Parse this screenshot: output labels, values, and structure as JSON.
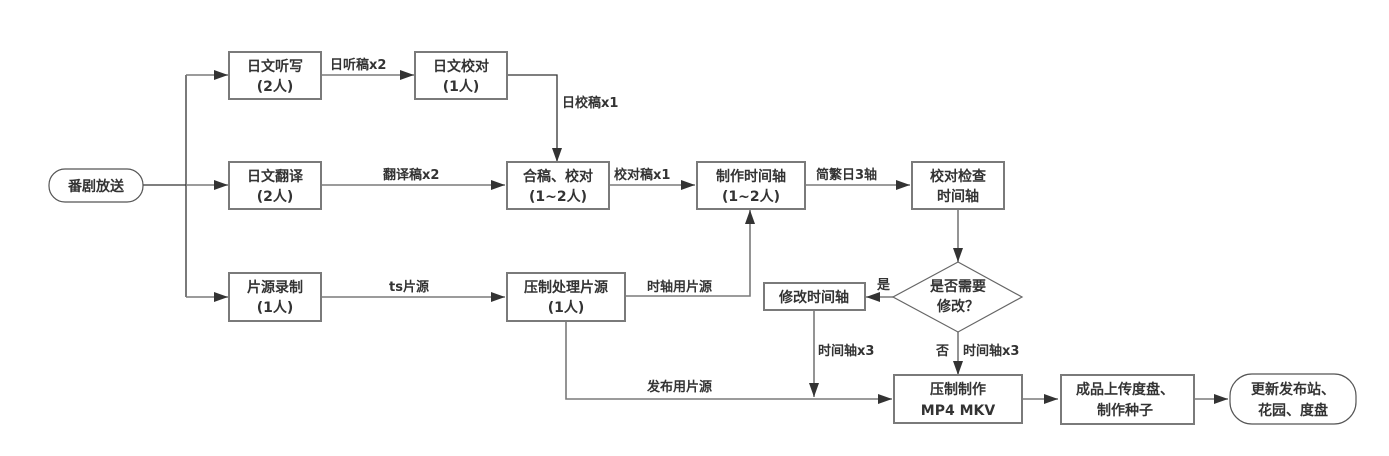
{
  "diagram": {
    "type": "flowchart",
    "nodes": {
      "broadcast": {
        "lines": [
          "番剧放送"
        ]
      },
      "jp_dictation": {
        "lines": [
          "日文听写",
          "(2人)"
        ]
      },
      "jp_proofread": {
        "lines": [
          "日文校对",
          "(1人)"
        ]
      },
      "jp_translate": {
        "lines": [
          "日文翻译",
          "(2人)"
        ]
      },
      "merge_proof": {
        "lines": [
          "合稿、校对",
          "(1~2人)"
        ]
      },
      "make_timeline": {
        "lines": [
          "制作时间轴",
          "(1~2人)"
        ]
      },
      "check_timeline": {
        "lines": [
          "校对检查",
          "时间轴"
        ]
      },
      "source_record": {
        "lines": [
          "片源录制",
          "(1人)"
        ]
      },
      "process_source": {
        "lines": [
          "压制处理片源",
          "(1人)"
        ]
      },
      "need_modify": {
        "lines": [
          "是否需要",
          "修改？"
        ]
      },
      "modify_timeline": {
        "lines": [
          "修改时间轴"
        ]
      },
      "encode": {
        "lines": [
          "压制制作",
          "MP4 MKV"
        ]
      },
      "upload": {
        "lines": [
          "成品上传度盘、",
          "制作种子"
        ]
      },
      "publish": {
        "lines": [
          "更新发布站、",
          "花园、度盘"
        ]
      }
    },
    "edges": {
      "dictation_to_proofread": "日听稿x2",
      "proofread_to_merge": "日校稿x1",
      "translate_to_merge": "翻译稿x2",
      "merge_to_timeline": "校对稿x1",
      "timeline_to_check": "简繁日3轴",
      "record_to_process": "ts片源",
      "process_to_timeline": "时轴用片源",
      "process_to_encode": "发布用片源",
      "decision_yes": "是",
      "decision_no": "否",
      "no_to_encode": "时间轴x3",
      "modify_to_encode": "时间轴x3"
    }
  }
}
